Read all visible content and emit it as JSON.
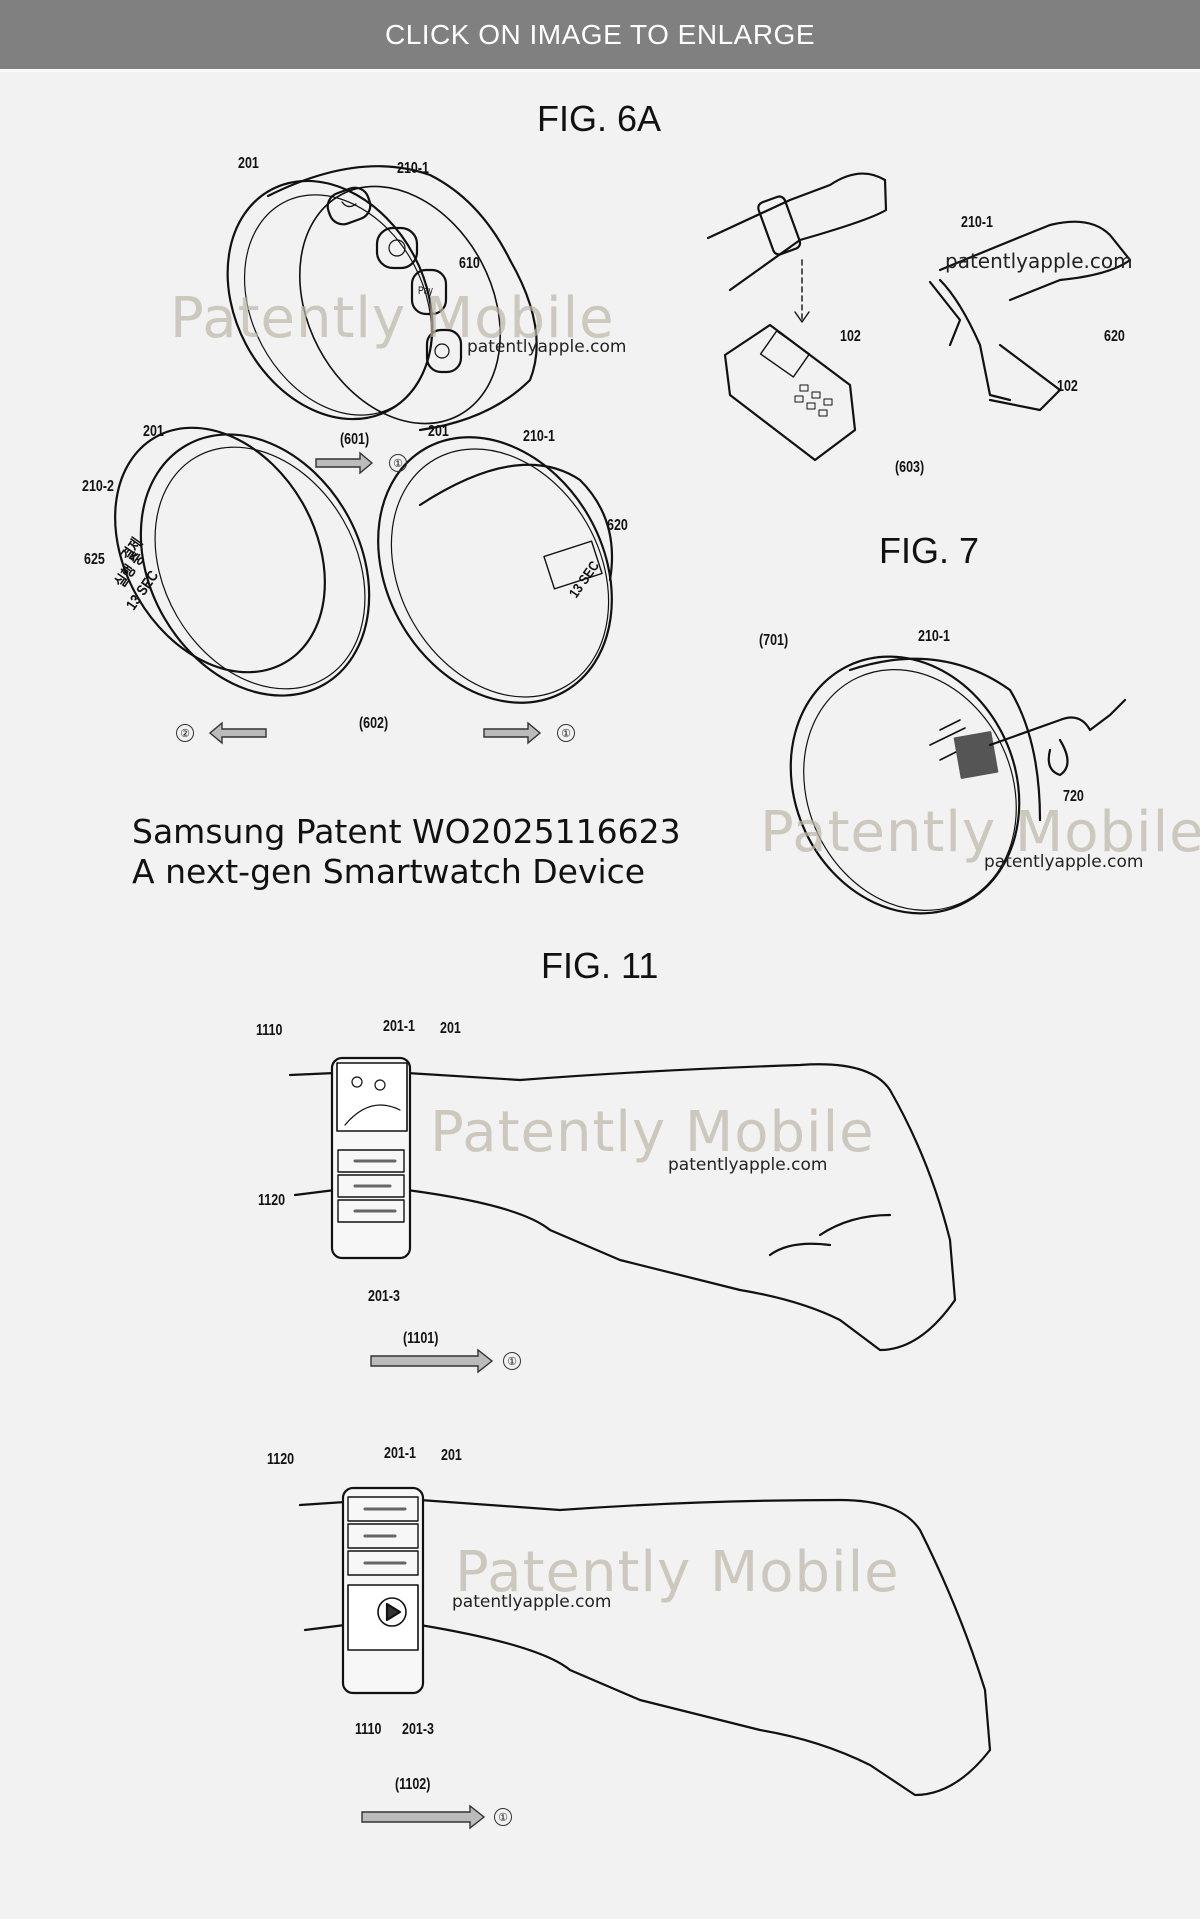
{
  "header": {
    "label": "CLICK ON IMAGE TO ENLARGE",
    "bg_color": "#808080"
  },
  "figures": {
    "fig6a": {
      "title": "FIG. 6A",
      "labels": {
        "top_band_201": "201",
        "top_band_210_1": "210-1",
        "top_band_610": "610",
        "pay_icon_text": "Pay",
        "left_band_201": "201",
        "left_band_210_2": "210-2",
        "left_band_625": "625",
        "left_band_korean_1": "결제",
        "left_band_korean_2": "실행 중",
        "left_band_timer": "13 SEC",
        "right_band_201": "201",
        "right_band_210_1": "210-1",
        "right_band_620": "620",
        "right_band_timer": "13 SEC",
        "step_601": "(601)",
        "step_602": "(602)",
        "step_603": "(603)",
        "pos_label_1_a": "①",
        "pos_label_1_b": "①",
        "pos_label_2": "②",
        "terminal_102_a": "102",
        "terminal_102_b": "102",
        "wrist_210_1": "210-1",
        "wrist_620": "620"
      }
    },
    "fig7": {
      "title": "FIG. 7",
      "labels": {
        "step_701": "(701)",
        "band_210_1": "210-1",
        "qr_720": "720"
      }
    },
    "fig11": {
      "title": "FIG. 11",
      "labels": {
        "a_1110": "1110",
        "a_201_1": "201-1",
        "a_201": "201",
        "a_1120": "1120",
        "a_201_3": "201-3",
        "step_1101": "(1101)",
        "a_pos_1": "①",
        "b_1120": "1120",
        "b_201_1": "201-1",
        "b_201": "201",
        "b_1110": "1110",
        "b_201_3": "201-3",
        "step_1102": "(1102)",
        "b_pos_1": "①"
      }
    }
  },
  "caption": {
    "line1": "Samsung Patent WO2025116623",
    "line2": "A next-gen Smartwatch Device"
  },
  "watermarks": {
    "brand": "Patently Mobile",
    "url": "patentlyapple.com"
  }
}
